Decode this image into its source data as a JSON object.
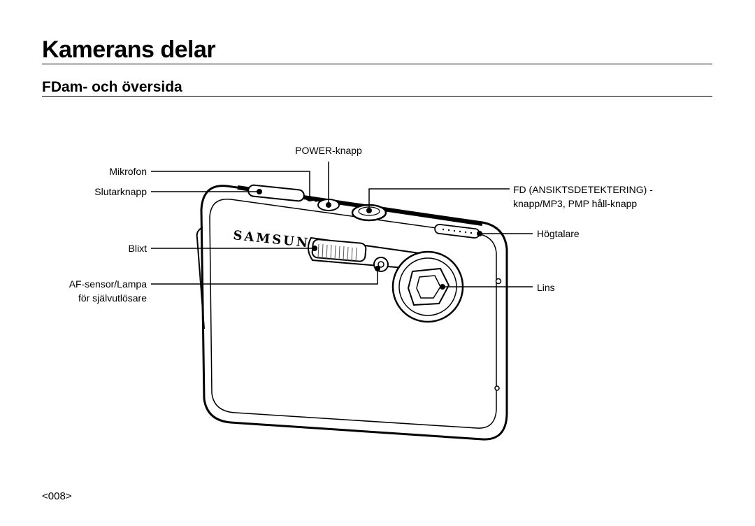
{
  "page": {
    "title": "Kamerans delar",
    "subtitle": "FDam- och översida",
    "page_number": "<008>"
  },
  "camera": {
    "brand": "SAMSUNG"
  },
  "labels": {
    "power": "POWER-knapp",
    "mic": "Mikrofon",
    "shutter": "Slutarknapp",
    "fd_line1": "FD (ANSIKTSDETEKTERING) -",
    "fd_line2": "knapp/MP3, PMP håll-knapp",
    "speaker": "Högtalare",
    "flash": "Blixt",
    "af_line1": "AF-sensor/Lampa",
    "af_line2": "för självutlösare",
    "lens": "Lins"
  }
}
